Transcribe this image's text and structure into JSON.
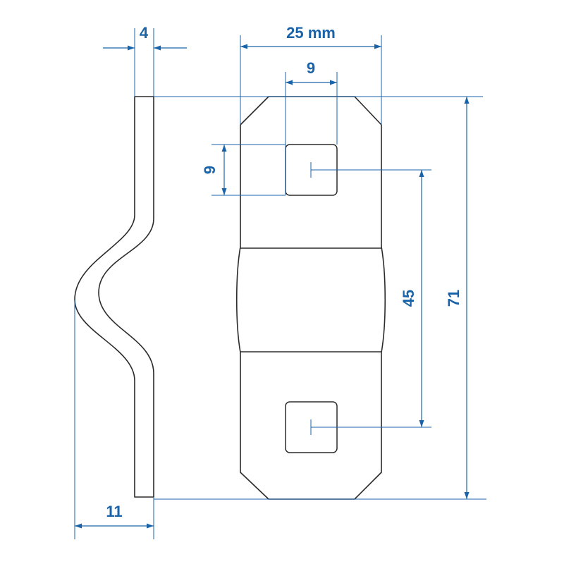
{
  "colors": {
    "dimension": "#1b63a8",
    "outline": "#2b2b2b"
  },
  "dimensions": {
    "thickness": "4",
    "width": "25 mm",
    "hole_width": "9",
    "hole_height": "9",
    "hole_spacing": "45",
    "total_length": "71",
    "bend_depth": "11"
  }
}
